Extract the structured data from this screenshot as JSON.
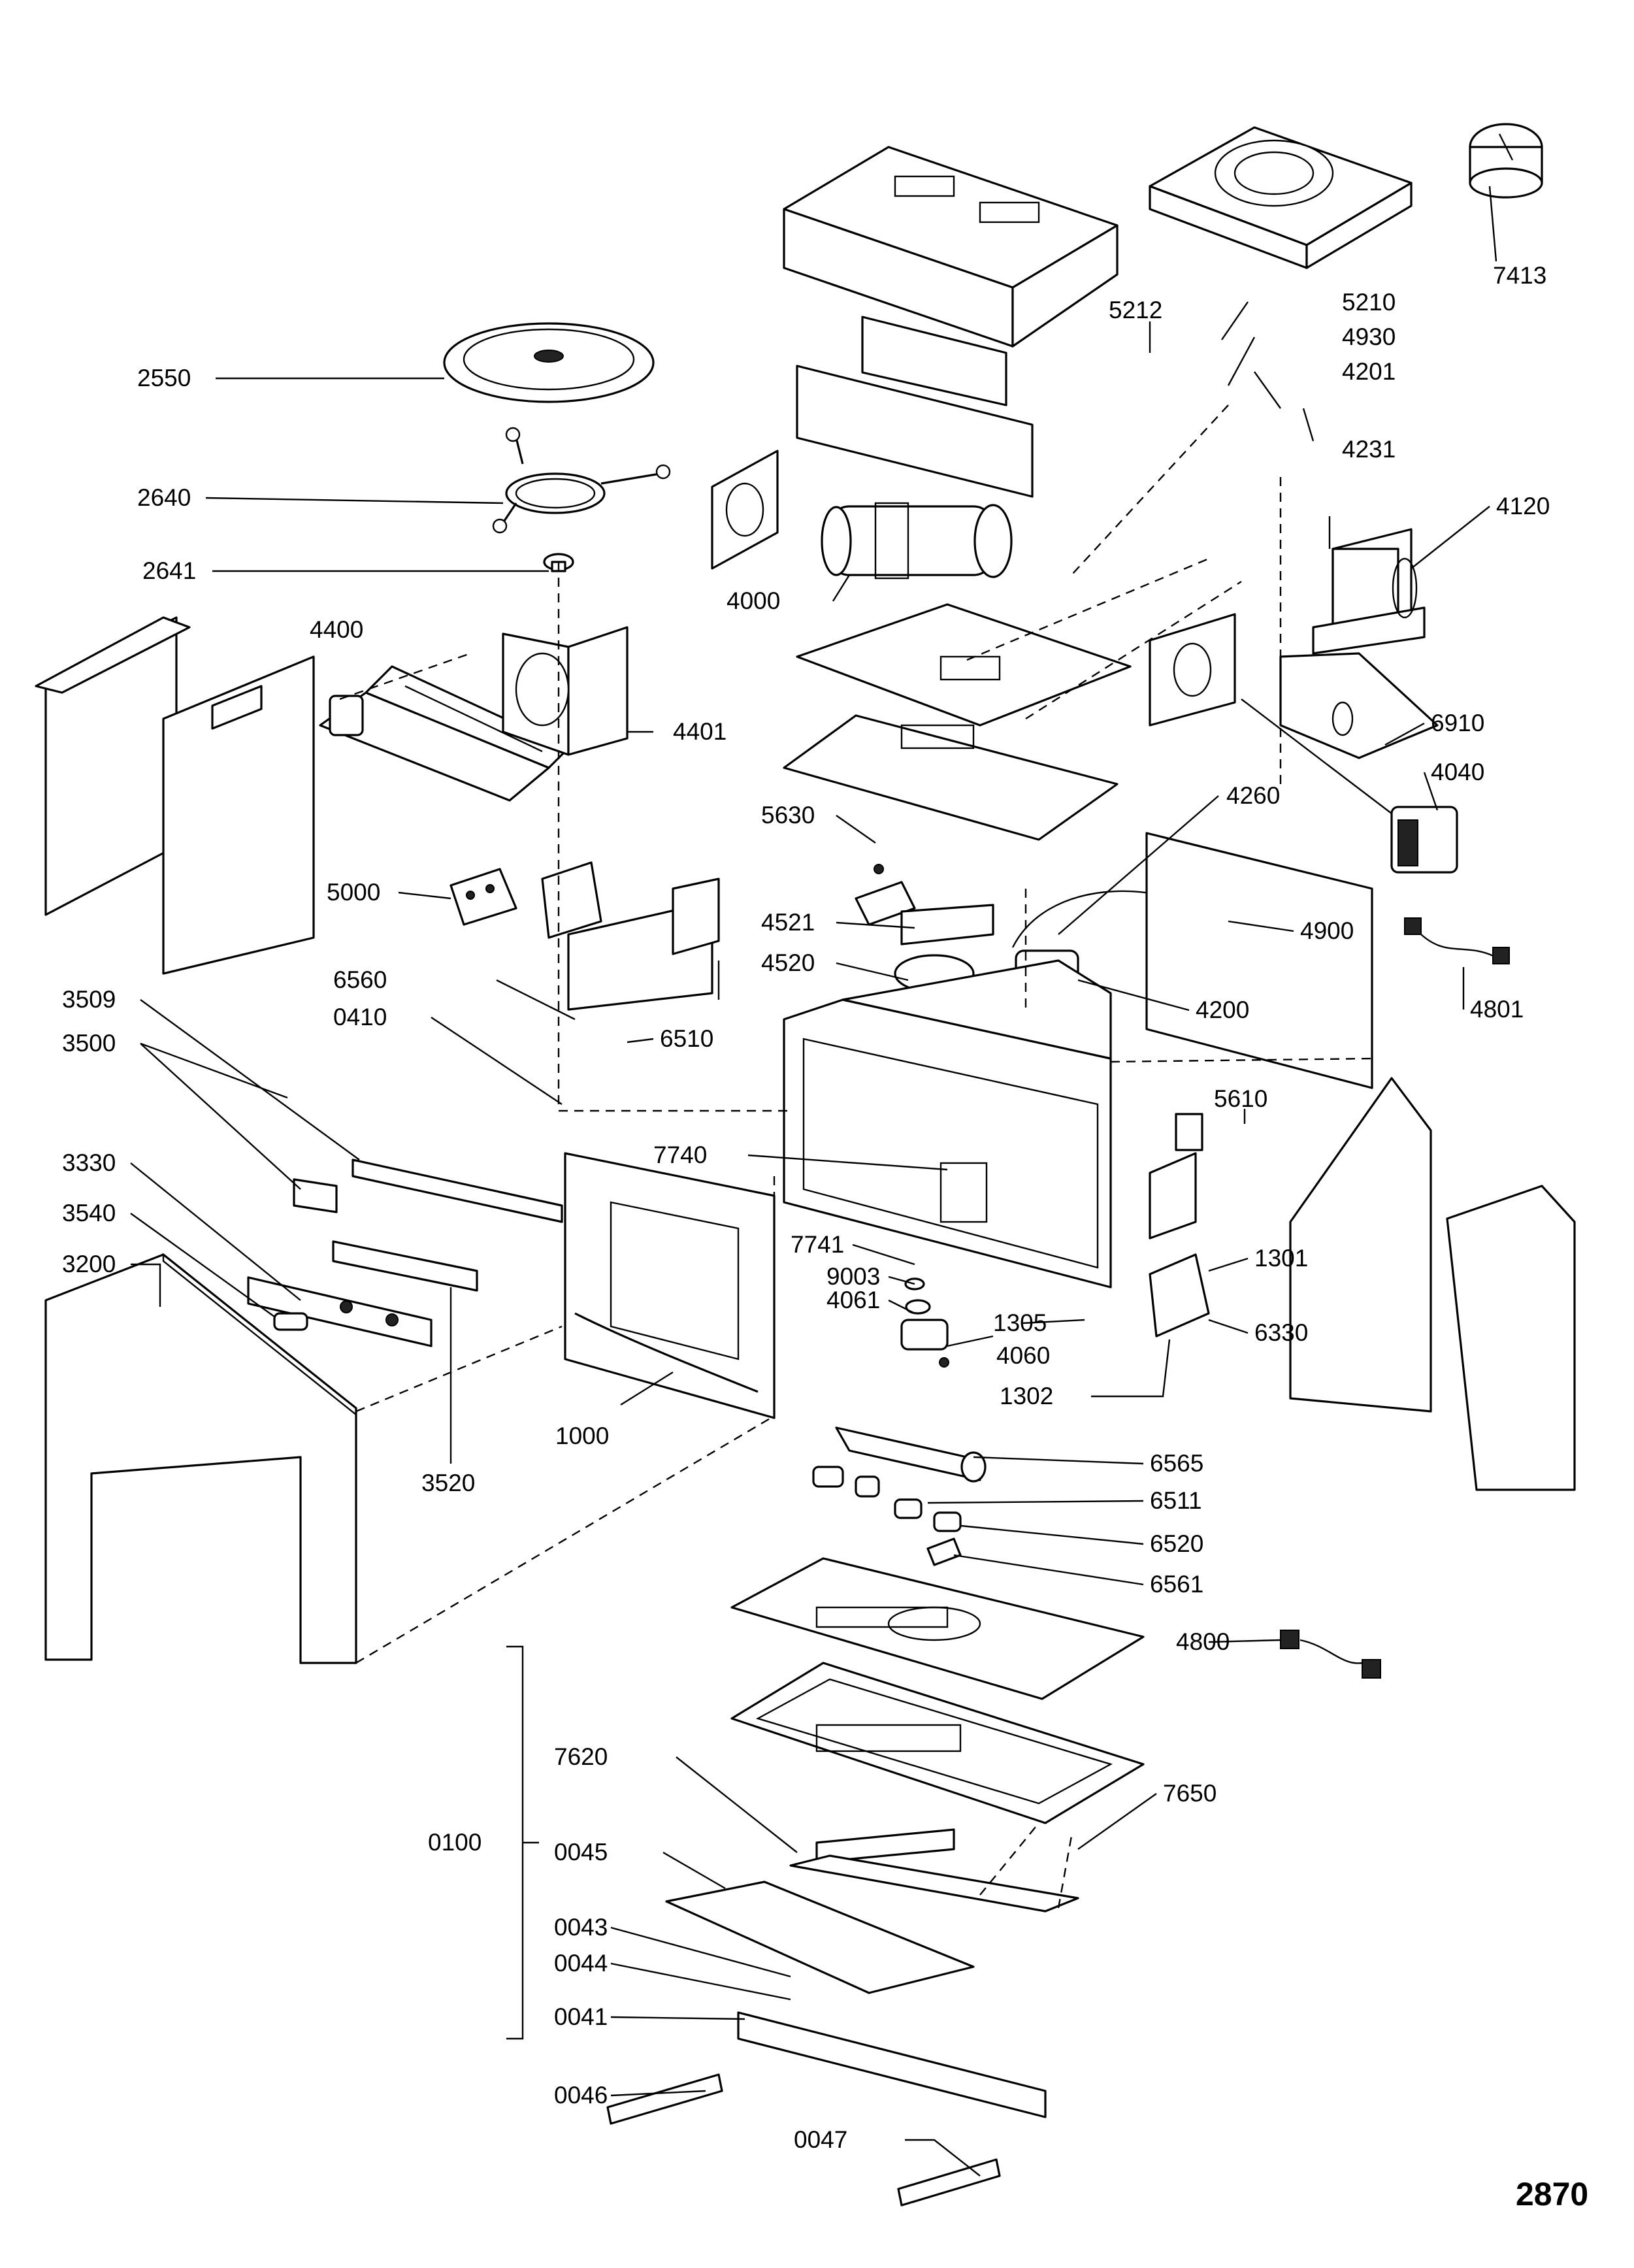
{
  "labels": {
    "l7413": "7413",
    "l5212": "5212",
    "l5210": "5210",
    "l4930": "4930",
    "l4201": "4201",
    "l4231": "4231",
    "l2550": "2550",
    "l2640": "2640",
    "l2641": "2641",
    "l4000": "4000",
    "l4120": "4120",
    "l4400": "4400",
    "l4401": "4401",
    "l6910": "6910",
    "l4040": "4040",
    "l4260": "4260",
    "l5630": "5630",
    "l5000": "5000",
    "l4900": "4900",
    "l4521": "4521",
    "l4520": "4520",
    "l4801": "4801",
    "l6560": "6560",
    "l4200": "4200",
    "l0410": "0410",
    "l6510": "6510",
    "l3509": "3509",
    "l3500": "3500",
    "l5610": "5610",
    "l7740": "7740",
    "l3330": "3330",
    "l3540": "3540",
    "l7741": "7741",
    "l9003": "9003",
    "l1301": "1301",
    "l3200": "3200",
    "l4061": "4061",
    "l1305": "1305",
    "l6330": "6330",
    "l4060": "4060",
    "l1302": "1302",
    "l1000": "1000",
    "l3520": "3520",
    "l6565": "6565",
    "l6511": "6511",
    "l6520": "6520",
    "l6561": "6561",
    "l4800": "4800",
    "l7620": "7620",
    "l7650": "7650",
    "l0100": "0100",
    "l0045": "0045",
    "l0043": "0043",
    "l0044": "0044",
    "l0041": "0041",
    "l0046": "0046",
    "l0047": "0047"
  },
  "page_number": "2870"
}
